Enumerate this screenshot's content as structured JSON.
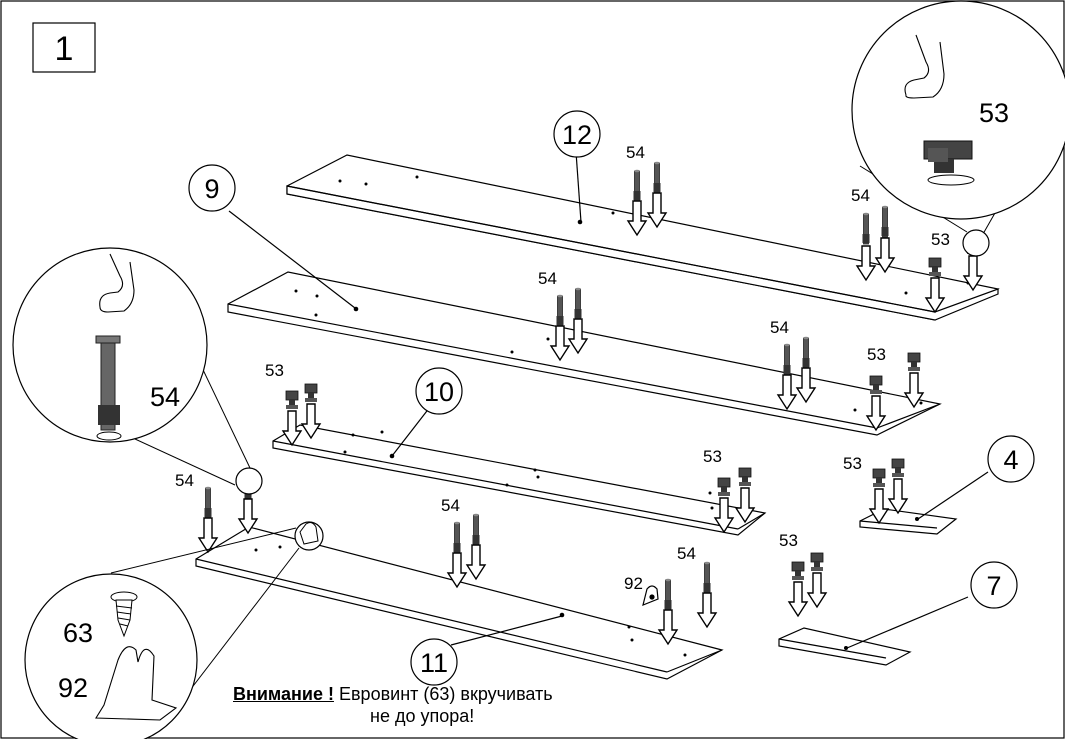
{
  "step": "1",
  "part_labels": {
    "p12": "12",
    "p9": "9",
    "p10": "10",
    "p11": "11",
    "p4": "4",
    "p7": "7"
  },
  "fastener_labels": {
    "a": "54",
    "b": "54",
    "c": "53",
    "d": "54",
    "e": "54",
    "f": "53",
    "g": "53",
    "h": "53",
    "i": "54",
    "j": "54",
    "k": "54",
    "l": "92",
    "m": "53",
    "n": "53"
  },
  "callouts": {
    "dowel_label": "54",
    "cam_label": "53",
    "screw_label": "63",
    "bracket_label": "92"
  },
  "note": {
    "warning": "Внимание !",
    "line1": "Евровинт (63) вкручивать",
    "line2": "не до упора!"
  }
}
